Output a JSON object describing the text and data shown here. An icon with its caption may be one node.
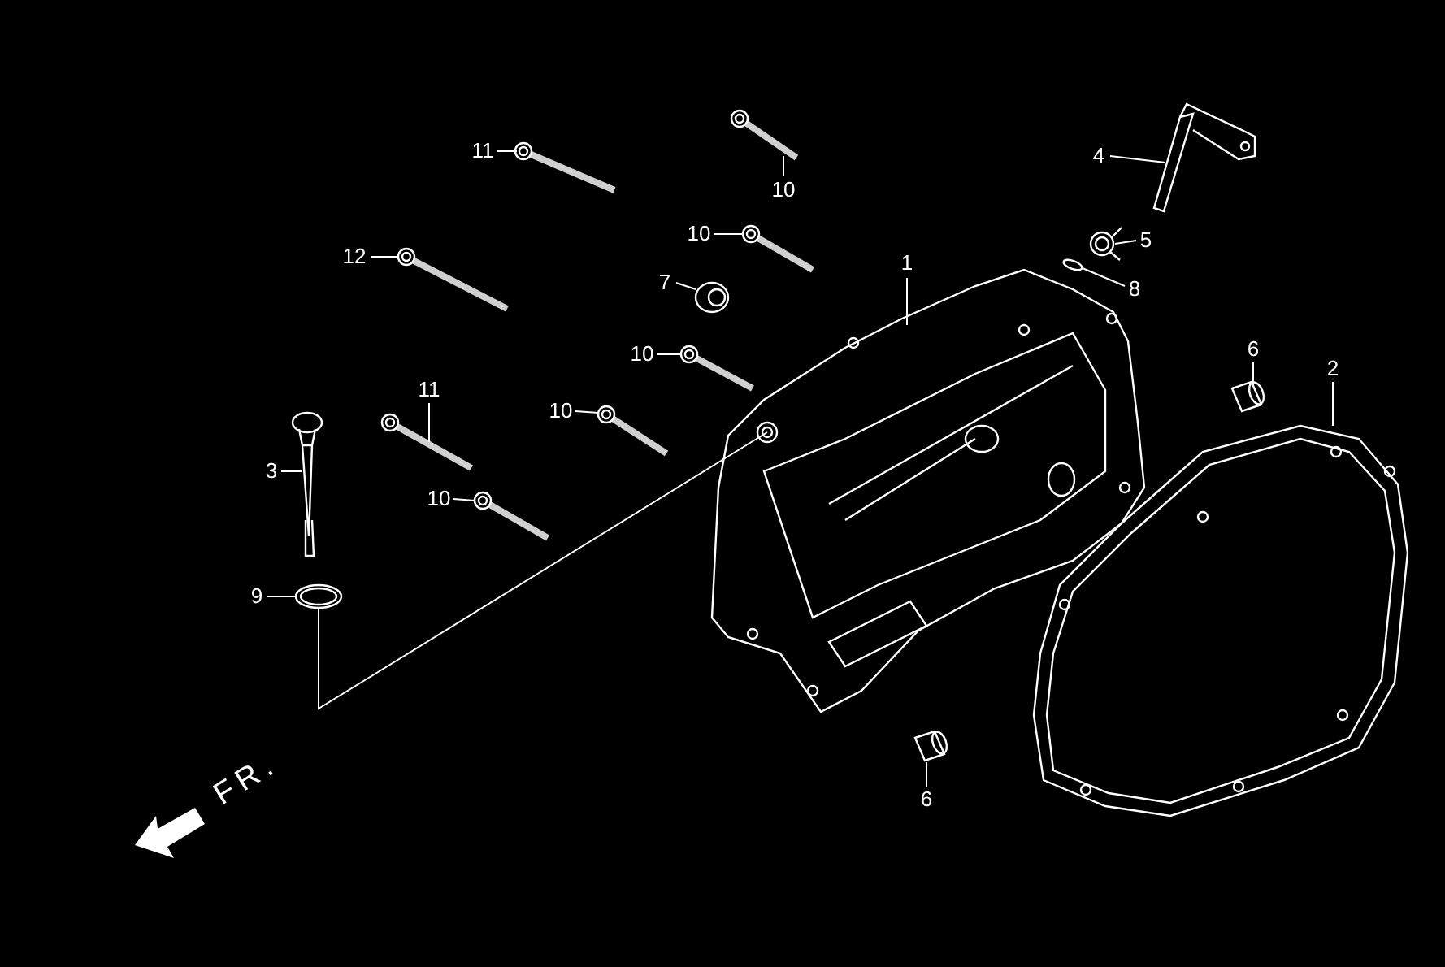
{
  "diagram": {
    "nodes": [
      {
        "text": [
          "11"
        ]
      },
      {
        "text": [
          "10"
        ]
      },
      {
        "text": [
          "4"
        ]
      },
      {
        "text": [
          "10"
        ]
      },
      {
        "text": [
          "5"
        ]
      },
      {
        "text": [
          "12"
        ]
      },
      {
        "text": [
          "1"
        ]
      },
      {
        "text": [
          "7"
        ]
      },
      {
        "text": [
          "8"
        ]
      },
      {
        "text": [
          "10"
        ]
      },
      {
        "text": [
          "6"
        ]
      },
      {
        "text": [
          "2"
        ]
      },
      {
        "text": [
          "11"
        ]
      },
      {
        "text": [
          "10"
        ]
      },
      {
        "text": [
          "3"
        ]
      },
      {
        "text": [
          "10"
        ]
      },
      {
        "text": [
          "9"
        ]
      },
      {
        "text": [
          "6"
        ]
      },
      {
        "text": [],
        "shape": "picture"
      },
      {
        "text": [],
        "shape": "picture"
      },
      {
        "text": [],
        "shape": "picture"
      },
      {
        "text": [],
        "shape": "picture"
      },
      {
        "text": [],
        "shape": "picture"
      },
      {
        "text": [],
        "shape": "picture"
      },
      {
        "text": [],
        "shape": "picture"
      },
      {
        "text": [],
        "shape": "picture"
      },
      {
        "text": [],
        "shape": "circle"
      },
      {
        "text": [],
        "shape": "picture"
      },
      {
        "text": [],
        "shape": "picture"
      },
      {
        "text": [],
        "shape": "picture"
      },
      {
        "text": [],
        "shape": "picture"
      },
      {
        "text": [],
        "shape": "picture"
      },
      {
        "text": [],
        "shape": "picture"
      },
      {
        "text": [],
        "shape": "picture"
      },
      {
        "text": [],
        "shape": "picture"
      },
      {
        "text": [],
        "shape": "picture"
      }
    ],
    "edges": [
      {
        "from": 0,
        "to": 18,
        "arrow": "none"
      },
      {
        "from": 1,
        "to": 19,
        "arrow": "none"
      },
      {
        "from": 2,
        "to": 20,
        "arrow": "none"
      },
      {
        "from": 3,
        "to": 21,
        "arrow": "none"
      },
      {
        "from": 4,
        "to": 22,
        "arrow": "none"
      },
      {
        "from": 5,
        "to": 23,
        "arrow": "none"
      },
      {
        "from": 6,
        "to": 24,
        "arrow": "none"
      },
      {
        "from": 7,
        "to": 25,
        "arrow": "none"
      },
      {
        "from": 8,
        "to": 26,
        "arrow": "none"
      },
      {
        "from": 9,
        "to": 27,
        "arrow": "none"
      },
      {
        "from": 10,
        "to": 28,
        "arrow": "none"
      },
      {
        "from": 11,
        "to": 29,
        "arrow": "none"
      },
      {
        "from": 12,
        "to": 30,
        "arrow": "none"
      },
      {
        "from": 13,
        "to": 31,
        "arrow": "none"
      },
      {
        "from": 14,
        "to": 32,
        "arrow": "none"
      },
      {
        "from": 15,
        "to": 33,
        "arrow": "none"
      },
      {
        "from": 16,
        "to": 34,
        "arrow": "none"
      },
      {
        "from": 17,
        "to": 35,
        "arrow": "none"
      },
      {
        "from": 34,
        "to": 24,
        "arrow": "none"
      }
    ],
    "labels": [
      "FR."
    ]
  }
}
